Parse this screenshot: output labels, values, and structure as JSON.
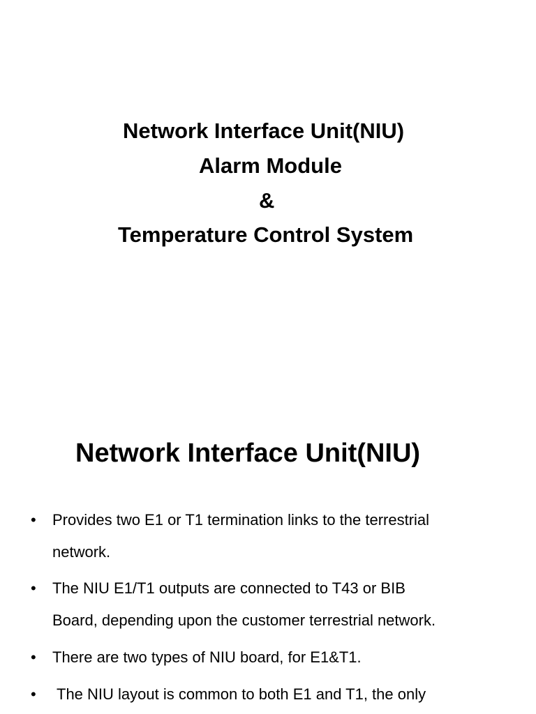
{
  "slide1": {
    "title_lines": [
      "Network Interface Unit(NIU)",
      "Alarm Module",
      "&",
      "Temperature Control System"
    ]
  },
  "slide2": {
    "heading": "Network Interface Unit(NIU)",
    "bullets": [
      {
        "marker": "•",
        "lines": [
          "Provides two E1 or T1 termination links to the terrestrial",
          "network."
        ]
      },
      {
        "marker": "•",
        "lines": [
          "The NIU E1/T1 outputs are connected to T43 or BIB",
          "Board, depending upon the customer terrestrial network."
        ]
      },
      {
        "marker": "•",
        "lines": [
          "There are two types of NIU board, for E1&T1."
        ]
      },
      {
        "marker": "•",
        "lines": [
          "The NIU layout is common to both E1 and T1, the only"
        ]
      }
    ]
  }
}
